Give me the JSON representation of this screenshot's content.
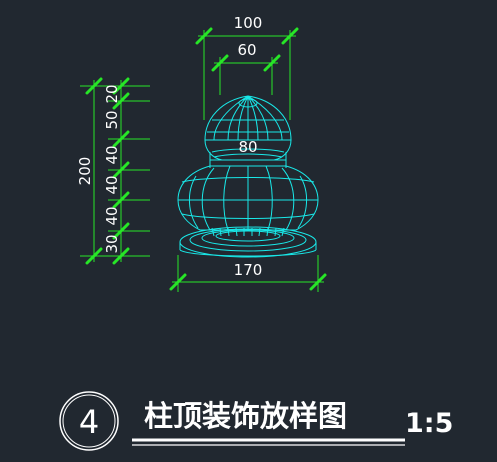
{
  "dimensions": {
    "top_width": "100",
    "top_inner": "60",
    "mid_width": "80",
    "bottom_width": "170",
    "total_height": "200",
    "segments": [
      "20",
      "50",
      "40",
      "40",
      "40",
      "30"
    ]
  },
  "title": {
    "number": "4",
    "text": "柱顶装饰放样图",
    "scale": "1:5"
  },
  "colors": {
    "background": "#212830",
    "outline": "#19e8e8",
    "dimension": "#27e627",
    "text": "#ffffff"
  }
}
